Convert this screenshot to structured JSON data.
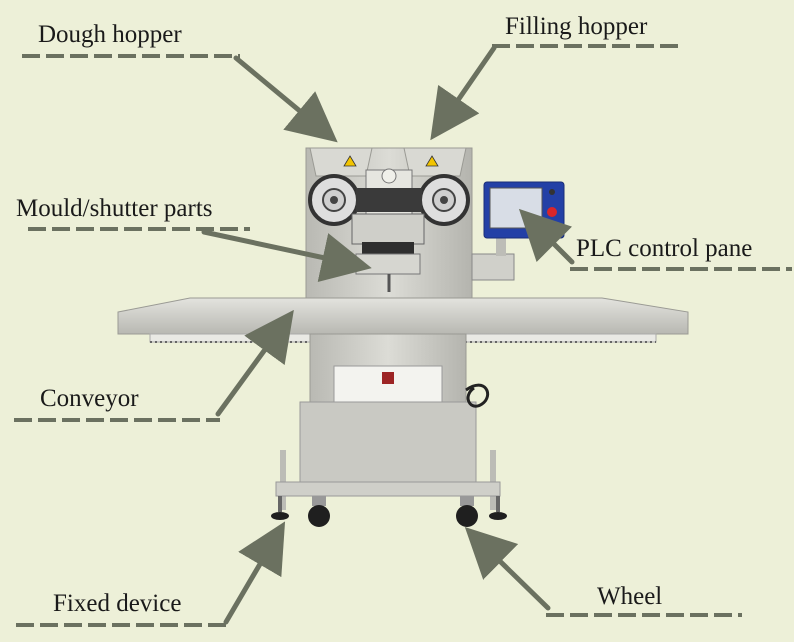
{
  "colors": {
    "background": "#edf0d8",
    "underline": "#6b7160",
    "arrow": "#6b7160",
    "machine_steel": "#c7c7c2",
    "machine_dark": "#2b2b2b",
    "panel_blue": "#2340a6"
  },
  "labels": {
    "dough_hopper": "Dough hopper",
    "filling_hopper": "Filling hopper",
    "mould_shutter": "Mould/shutter parts",
    "plc_panel": "PLC control pane",
    "conveyor": "Conveyor",
    "fixed_device": "Fixed device",
    "wheel": "Wheel"
  }
}
